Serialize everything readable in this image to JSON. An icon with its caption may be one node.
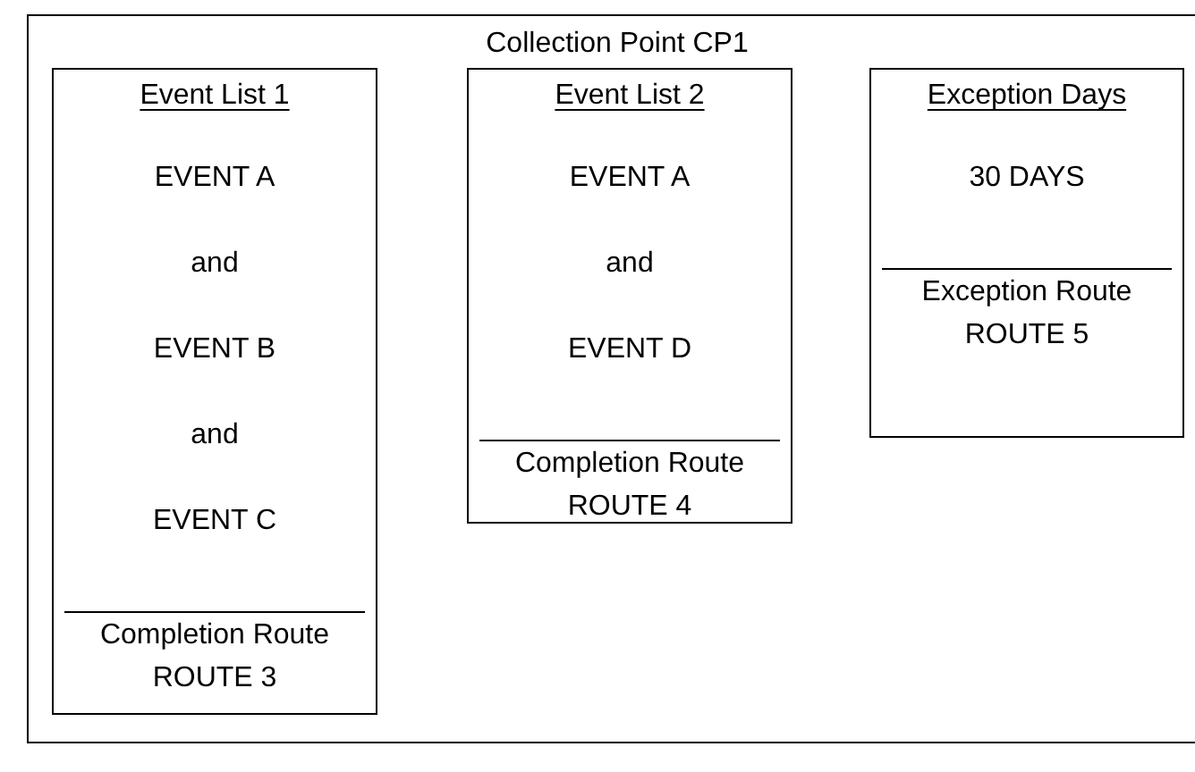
{
  "diagram": {
    "nodes": [
      {
        "text": [
          "Collection Point CP1"
        ]
      },
      {
        "text": [
          "Event List 1",
          "EVENT A",
          "and",
          "EVENT B",
          "and",
          "EVENT C",
          "Completion Route ROUTE 3"
        ],
        "in": 0
      },
      {
        "text": [
          "Event List 2",
          "EVENT A",
          "and",
          "EVENT D",
          "Completion Route ROUTE 4"
        ],
        "in": 0
      },
      {
        "text": [
          "Exception Days",
          "30 DAYS",
          "Exception Route ROUTE 5"
        ],
        "in": 0
      }
    ]
  }
}
